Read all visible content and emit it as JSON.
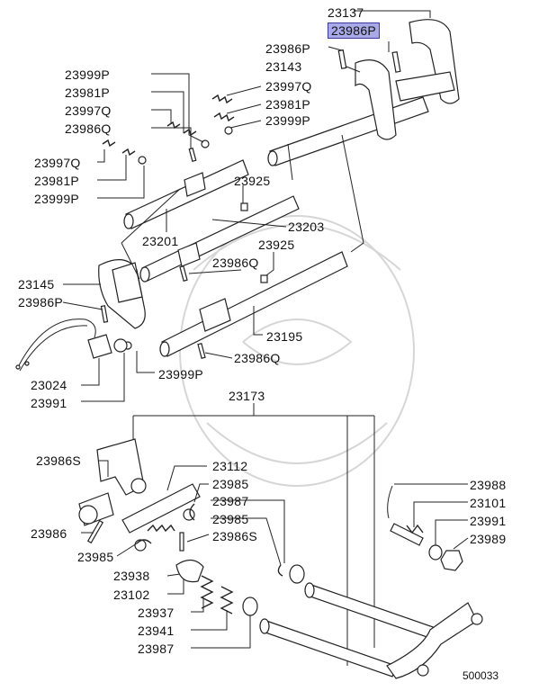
{
  "diagram": {
    "callouts": [
      {
        "id": "c1",
        "text": "23137"
      },
      {
        "id": "c2",
        "text": "23986P",
        "highlighted": true
      },
      {
        "id": "c3",
        "text": "23986P"
      },
      {
        "id": "c4",
        "text": "23143"
      },
      {
        "id": "c5",
        "text": "23999P"
      },
      {
        "id": "c6",
        "text": "23997Q"
      },
      {
        "id": "c7",
        "text": "23981P"
      },
      {
        "id": "c8",
        "text": "23981P"
      },
      {
        "id": "c9",
        "text": "23997Q"
      },
      {
        "id": "c10",
        "text": "23999P"
      },
      {
        "id": "c11",
        "text": "23986Q"
      },
      {
        "id": "c12",
        "text": "23997Q"
      },
      {
        "id": "c13",
        "text": "23981P"
      },
      {
        "id": "c14",
        "text": "23925"
      },
      {
        "id": "c15",
        "text": "23999P"
      },
      {
        "id": "c16",
        "text": "23203"
      },
      {
        "id": "c17",
        "text": "23201"
      },
      {
        "id": "c18",
        "text": "23925"
      },
      {
        "id": "c19",
        "text": "23986Q"
      },
      {
        "id": "c20",
        "text": "23145"
      },
      {
        "id": "c21",
        "text": "23986P"
      },
      {
        "id": "c22",
        "text": "23195"
      },
      {
        "id": "c23",
        "text": "23986Q"
      },
      {
        "id": "c24",
        "text": "23999P"
      },
      {
        "id": "c25",
        "text": "23024"
      },
      {
        "id": "c26",
        "text": "23991"
      },
      {
        "id": "c27",
        "text": "23173"
      },
      {
        "id": "c28",
        "text": "23986S"
      },
      {
        "id": "c29",
        "text": "23112"
      },
      {
        "id": "c30",
        "text": "23985"
      },
      {
        "id": "c31",
        "text": "23987"
      },
      {
        "id": "c32",
        "text": "23988"
      },
      {
        "id": "c33",
        "text": "23101"
      },
      {
        "id": "c34",
        "text": "23985"
      },
      {
        "id": "c35",
        "text": "23991"
      },
      {
        "id": "c36",
        "text": "23986"
      },
      {
        "id": "c37",
        "text": "23986S"
      },
      {
        "id": "c38",
        "text": "23989"
      },
      {
        "id": "c39",
        "text": "23985"
      },
      {
        "id": "c40",
        "text": "23938"
      },
      {
        "id": "c41",
        "text": "23102"
      },
      {
        "id": "c42",
        "text": "23937"
      },
      {
        "id": "c43",
        "text": "23941"
      },
      {
        "id": "c44",
        "text": "23987"
      }
    ],
    "diagram_code": "500033"
  }
}
